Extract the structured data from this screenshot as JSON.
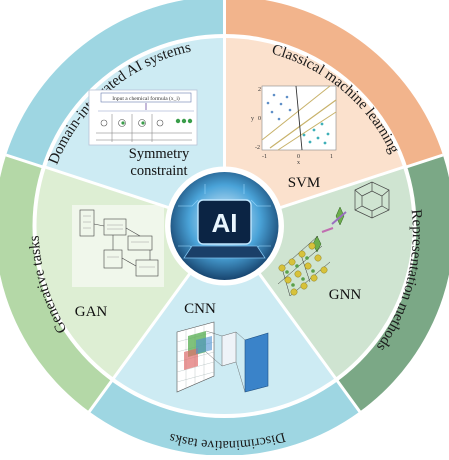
{
  "ring_labels": {
    "domain": "Domain-integrated AI systems",
    "classical": "Classical machine learning",
    "representation": "Representation methods",
    "discriminative": "Discriminative tasks",
    "generative": "Generative tasks"
  },
  "segments": {
    "symmetry": {
      "label_line1": "Symmetry",
      "label_line2": "constraint",
      "panel_text": "Input a chemical formula (x_i)"
    },
    "svm": {
      "label": "SVM",
      "axis_x": "x",
      "axis_y": "y",
      "ticks_x": [
        "-1",
        "0",
        "1"
      ],
      "ticks_y": [
        "2",
        "0",
        "-2"
      ]
    },
    "gnn": {
      "label": "GNN"
    },
    "cnn": {
      "label": "CNN"
    },
    "gan": {
      "label": "GAN"
    }
  },
  "center": {
    "label": "AI"
  },
  "colors": {
    "domain_band": "#9ed6e2",
    "classical_band": "#f2b48c",
    "representation_band": "#7ba886",
    "discriminative_band": "#9ed6e2",
    "generative_band": "#b4d8a7",
    "symmetry_fill": "#cdebf3",
    "svm_fill": "#fbe1cd",
    "gnn_fill": "#cfe4d1",
    "cnn_fill": "#cdebf3",
    "gan_fill": "#ddeed3"
  }
}
